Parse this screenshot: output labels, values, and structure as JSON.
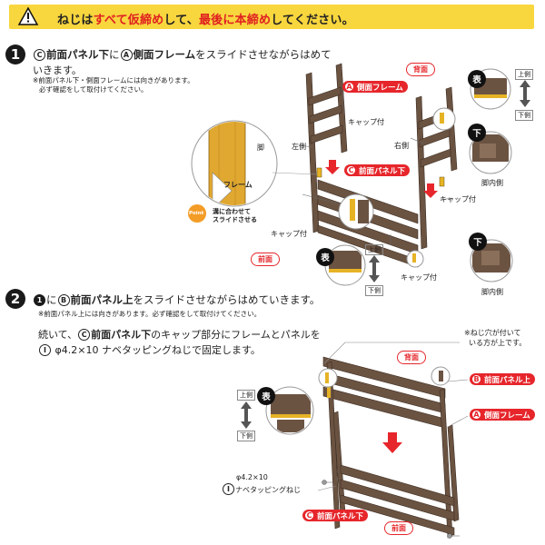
{
  "banner": {
    "pre": "ねじは",
    "highlight1": "すべて仮締め",
    "mid": "して、",
    "highlight2": "最後に本締め",
    "post": "してください。"
  },
  "step1": {
    "number": "1",
    "letter_c": "C",
    "part1": "前面パネル下",
    "ni": "に",
    "letter_a": "A",
    "part2": "側面フレーム",
    "action": "をスライドさせながらはめて",
    "action2": "いきます。",
    "note1": "※前面パネル下・側面フレームには向きがあります。",
    "note2": "必ず確認をして取付けてください。",
    "labels": {
      "back": "背面",
      "frame_tag": "側面フレーム",
      "cap_attached": "キャップ付",
      "left_side": "左側",
      "right_side": "右側",
      "panel_tag": "前面パネル下",
      "cap_attached2": "キャップ付",
      "cap_attached3": "キャップ付",
      "cap_attached4": "キャップ付",
      "front": "前面",
      "leg": "脚",
      "frame": "フレーム",
      "point": "Point",
      "point_text1": "溝に合わせて",
      "point_text2": "スライドさせる",
      "omote": "表",
      "shita": "下",
      "leg_inside": "脚内側",
      "leg_inside2": "脚内側",
      "upper": "上側",
      "lower": "下側",
      "upper2": "上側",
      "lower2": "下側"
    }
  },
  "step2": {
    "number": "2",
    "ref": "1",
    "ni": "に",
    "letter_b": "B",
    "part": "前面パネル上",
    "action": "をスライドさせながらはめていきます。",
    "note": "※前面パネル上には向きがあります。必ず確認をして取付けてください。",
    "line2a": "続いて、",
    "letter_c": "C",
    "part2": "前面パネル下",
    "line2b": "のキャップ部分にフレームとパネルを",
    "letter_i": "I",
    "line3": "φ4.2×10 ナベタッピングねじで固定します。",
    "labels": {
      "hole_note1": "※ねじ穴が付いて",
      "hole_note2": "いる方が上です。",
      "back": "背面",
      "panel_upper_tag": "前面パネル上",
      "frame_tag": "側面フレーム",
      "omote": "表",
      "upper": "上側",
      "lower": "下側",
      "screw_size": "φ4.2×10",
      "screw_name": "ナベタッピングねじ",
      "panel_lower_tag": "前面パネル下",
      "front": "前面"
    }
  }
}
